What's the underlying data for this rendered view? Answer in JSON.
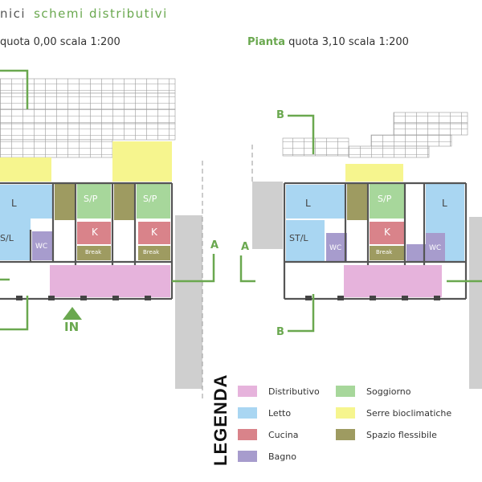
{
  "header": {
    "left_fragment": "nici",
    "section_title": "schemi distributivi"
  },
  "plan_left": {
    "title": "quota 0,00 scala 1:200"
  },
  "plan_right": {
    "title_bold": "Pianta",
    "title": "quota 3,10 scala 1:200"
  },
  "section_marks": {
    "a": "A",
    "b": "B",
    "entrance": "IN"
  },
  "room_labels": {
    "letto": "L",
    "soggiorno_pranzo": "S/P",
    "cucina": "K",
    "bagno": "WC",
    "soggiorno_letto": "ST/L",
    "soggiorno_letto_cut": "S/L",
    "break": "Break"
  },
  "legend": {
    "heading": "LEGENDA",
    "items": [
      {
        "label": "Distributivo",
        "color": "#e6b3dc"
      },
      {
        "label": "Letto",
        "color": "#a9d6f2"
      },
      {
        "label": "Cucina",
        "color": "#d9838a"
      },
      {
        "label": "Bagno",
        "color": "#a79ccd"
      },
      {
        "label": "Soggiorno",
        "color": "#a7d79b"
      },
      {
        "label": "Serre bioclimatiche",
        "color": "#f6f58e"
      },
      {
        "label": "Spazio flessibile",
        "color": "#9e9b61"
      }
    ]
  },
  "colors": {
    "accent_green": "#6aa84f",
    "wall_grey": "#cfcfcf"
  }
}
